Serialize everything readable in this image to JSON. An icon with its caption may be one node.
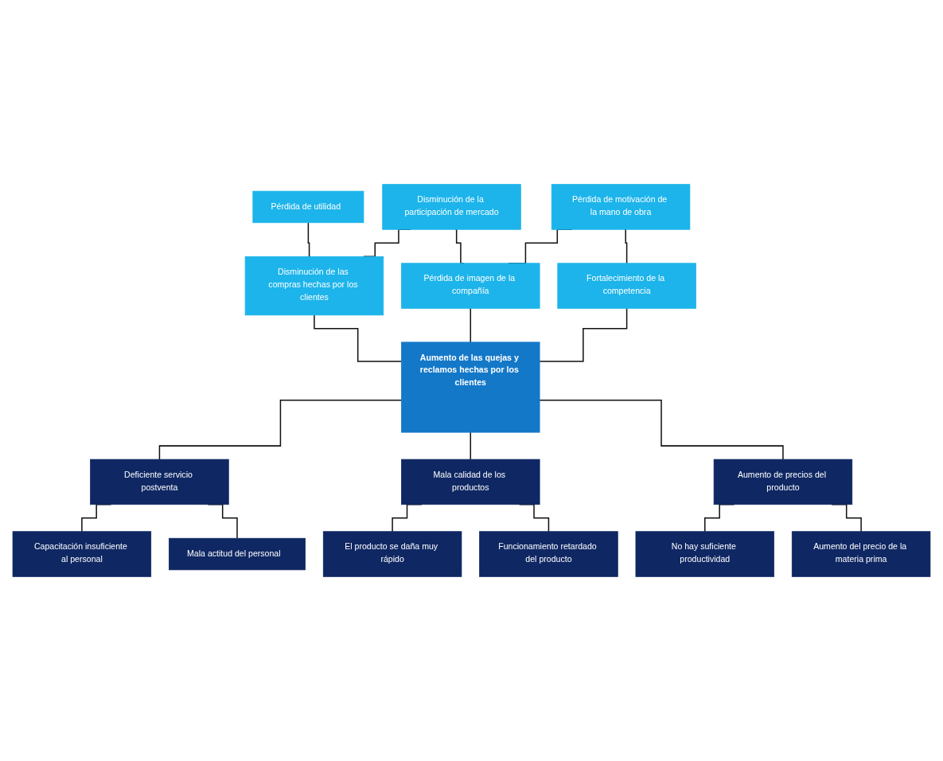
{
  "diagram": {
    "nodes": [
      {
        "text": [
          "Pérdida de utilidad"
        ]
      },
      {
        "text": [
          "Disminución de la participación de mercado"
        ]
      },
      {
        "text": [
          "Pérdida de motivación de la mano de obra"
        ]
      },
      {
        "text": [
          "Disminución de las compras hechas por los clientes"
        ]
      },
      {
        "text": [
          "Pérdida de imagen de la compañía"
        ]
      },
      {
        "text": [
          "Fortalecimiento de la competencia"
        ]
      },
      {
        "text": [
          "Aumento de las quejas y reclamos hechas por los clientes"
        ]
      },
      {
        "text": [
          "Deficiente servicio postventa"
        ]
      },
      {
        "text": [
          "Mala calidad de los productos"
        ]
      },
      {
        "text": [
          "Aumento de precios del producto"
        ]
      },
      {
        "text": [
          "Capacitación insuficiente al personal"
        ]
      },
      {
        "text": [
          "Mala actitud del personal"
        ]
      },
      {
        "text": [
          "El producto se daña muy rápido"
        ]
      },
      {
        "text": [
          "Funcionamiento retardado del producto"
        ]
      },
      {
        "text": [
          "No hay suficiente productividad"
        ]
      },
      {
        "text": [
          "Aumento del precio de la materia prima"
        ]
      }
    ],
    "edges": [
      {
        "from": 0,
        "to": 3,
        "arrow": "none"
      },
      {
        "from": 1,
        "to": 3,
        "arrow": "none"
      },
      {
        "from": 1,
        "to": 4,
        "arrow": "none"
      },
      {
        "from": 2,
        "to": 4,
        "arrow": "none"
      },
      {
        "from": 2,
        "to": 5,
        "arrow": "none"
      },
      {
        "from": 3,
        "to": 6,
        "arrow": "none"
      },
      {
        "from": 4,
        "to": 6,
        "arrow": "none"
      },
      {
        "from": 5,
        "to": 6,
        "arrow": "none"
      },
      {
        "from": 6,
        "to": 7,
        "arrow": "none"
      },
      {
        "from": 6,
        "to": 8,
        "arrow": "none"
      },
      {
        "from": 6,
        "to": 9,
        "arrow": "none"
      },
      {
        "from": 7,
        "to": 10,
        "arrow": "none"
      },
      {
        "from": 7,
        "to": 11,
        "arrow": "none"
      },
      {
        "from": 8,
        "to": 12,
        "arrow": "none"
      },
      {
        "from": 8,
        "to": 13,
        "arrow": "none"
      },
      {
        "from": 9,
        "to": 14,
        "arrow": "none"
      },
      {
        "from": 9,
        "to": 15,
        "arrow": "none"
      }
    ]
  }
}
